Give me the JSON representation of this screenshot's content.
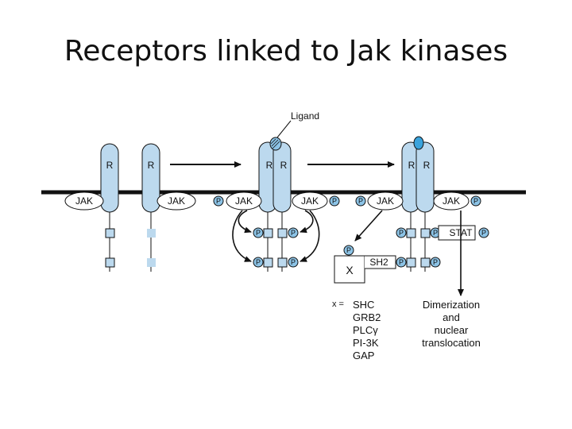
{
  "slide": {
    "title": "Receptors linked to Jak kinases"
  },
  "colors": {
    "receptor": "#bcd9ee",
    "ligand": "#3aa3dc",
    "phosphate": "#8cc3e6",
    "membrane": "#111111"
  },
  "labels": {
    "ligand": "Ligand",
    "receptor": "R",
    "jak": "JAK",
    "phosphate": "P",
    "stat": "STAT",
    "sh2": "SH2",
    "x_box": "X",
    "x_equals": "x =",
    "x_list": [
      "SHC",
      "GRB2",
      "PLCγ",
      "PI-3K",
      "GAP"
    ],
    "outcome": [
      "Dimerization",
      "and",
      "nuclear",
      "translocation"
    ]
  }
}
